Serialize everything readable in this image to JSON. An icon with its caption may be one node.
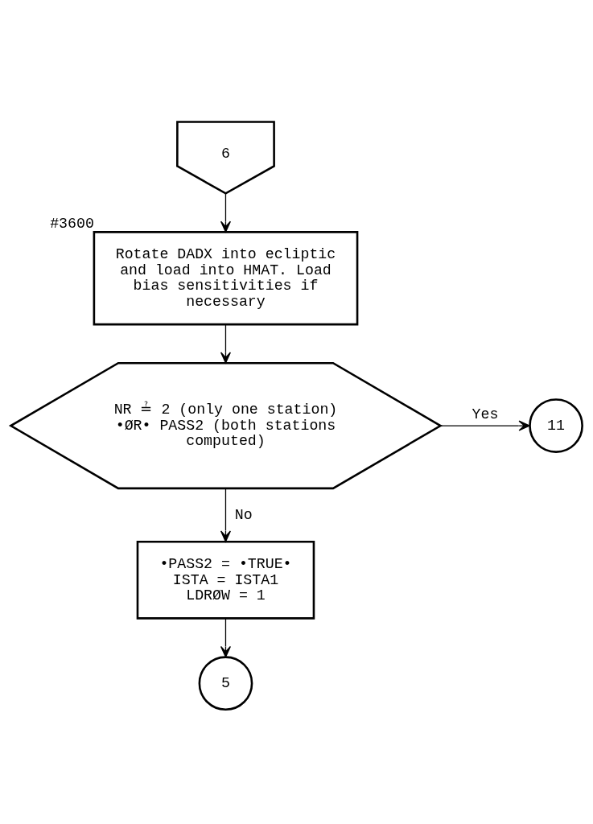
{
  "diagram": {
    "nodes": [
      {
        "text": [
          "6"
        ]
      },
      {
        "text": [
          "Rotate DADX into ecliptic and load into HMAT. Load bias sensitivities if necessary"
        ],
        "beside": [
          "#3600"
        ]
      },
      {
        "text": [
          "NR ≟ 2 (only one station) •ØR• PASS2 (both stations computed)"
        ]
      },
      {
        "text": [
          "11"
        ]
      },
      {
        "text": [
          "•PASS2 = •TRUE•",
          "ISTA = ISTA1",
          "LDRØW = 1"
        ]
      },
      {
        "text": [
          "5"
        ]
      }
    ],
    "edges": [
      {
        "from": 0,
        "to": 1,
        "arrow": "to"
      },
      {
        "from": 1,
        "to": 2,
        "arrow": "to"
      },
      {
        "from": 2,
        "to": 3,
        "arrow": "to",
        "label": "Yes"
      },
      {
        "from": 2,
        "to": 4,
        "arrow": "to",
        "label": "No"
      },
      {
        "from": 4,
        "to": 5,
        "arrow": "to"
      }
    ]
  }
}
